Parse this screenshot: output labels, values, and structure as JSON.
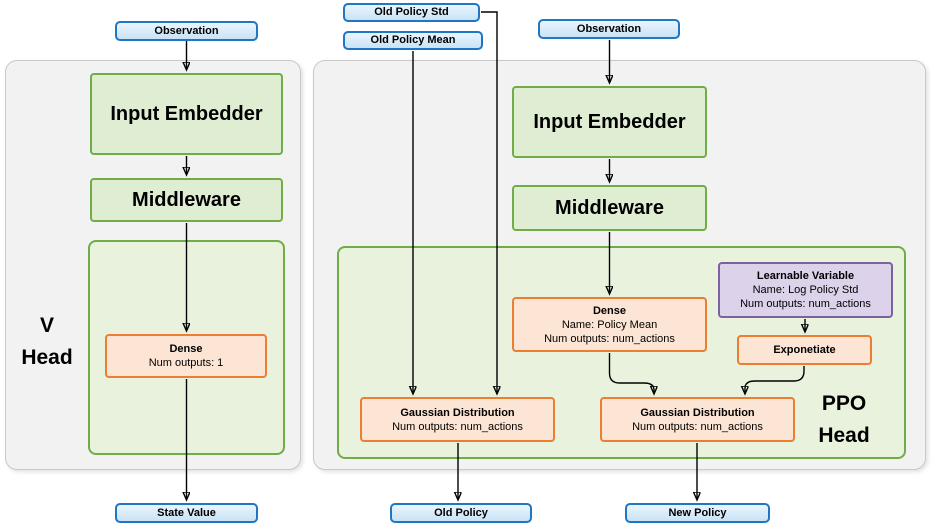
{
  "v_head": {
    "observation_label": "Observation",
    "input_embedder_label": "Input Embedder",
    "middleware_label": "Middleware",
    "dense": {
      "title": "Dense",
      "outputs": "Num outputs: 1"
    },
    "head_label_line1": "V",
    "head_label_line2": "Head",
    "state_value_label": "State Value"
  },
  "ppo_head": {
    "old_policy_std_label": "Old Policy Std",
    "old_policy_mean_label": "Old Policy Mean",
    "observation_label": "Observation",
    "input_embedder_label": "Input Embedder",
    "middleware_label": "Middleware",
    "dense": {
      "title": "Dense",
      "name": "Name: Policy Mean",
      "outputs": "Num outputs: num_actions"
    },
    "learnable_variable": {
      "title": "Learnable Variable",
      "name": "Name: Log Policy Std",
      "outputs": "Num outputs: num_actions"
    },
    "exponetiate_label": "Exponetiate",
    "gaussian_old": {
      "title": "Gaussian Distribution",
      "outputs": "Num outputs: num_actions"
    },
    "gaussian_new": {
      "title": "Gaussian Distribution",
      "outputs": "Num outputs: num_actions"
    },
    "head_label_line1": "PPO",
    "head_label_line2": "Head",
    "old_policy_label": "Old Policy",
    "new_policy_label": "New Policy"
  },
  "colors": {
    "blue_border": "#1f76c2",
    "blue_fill": "#d3e8f8",
    "green_border": "#70ad47",
    "green_fill": "#dfeed3",
    "green_panel_fill": "#e8f2dd",
    "orange_border": "#ed7d31",
    "orange_fill": "#fce5d4",
    "purple_border": "#7d60a0",
    "purple_fill": "#dcd2ea",
    "gray_fill": "#f2f2f2",
    "gray_border": "#c9c9c9",
    "wire": "#000000"
  }
}
